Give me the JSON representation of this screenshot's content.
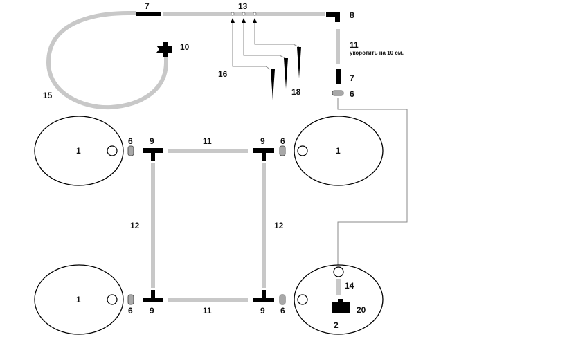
{
  "labels": {
    "ring": "15",
    "connector_top": "7",
    "manifold": "13",
    "corner": "8",
    "pump": "10",
    "tube_vertical": "11",
    "shorten_note": "укоротить на 10 см.",
    "nozzle_left": "16",
    "nozzle_right": "18",
    "connector_right": "7",
    "coupler_right": "6",
    "wheel": "1",
    "wheel_reservoir": "2",
    "coupler": "6",
    "tee": "9",
    "tube_horizontal": "11",
    "tube_long": "12",
    "tube_short": "14",
    "sensor": "20"
  },
  "colors": {
    "tube": "#c8c8c8",
    "line": "#8a8a8a",
    "part": "#000000"
  }
}
